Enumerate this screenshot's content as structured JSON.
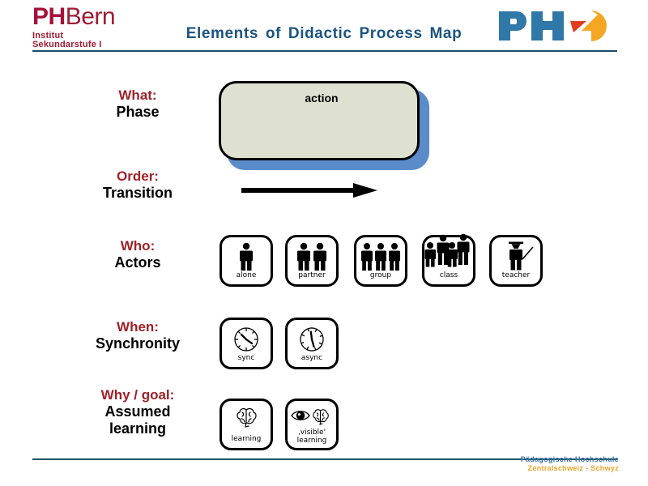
{
  "header": {
    "logo_left": {
      "name": "phbern-logo",
      "ph": "PH",
      "bern": "Bern",
      "sub1": "Institut",
      "sub2": "Sekundarstufe I",
      "color": "#9e1b32"
    },
    "title": "Elements of Didactic Process Map",
    "title_color": "#1b5480",
    "logo_right": {
      "name": "phz-logo",
      "text": "PHZ",
      "blue": "#2f78a8",
      "orange": "#f5a623",
      "red": "#e23b20"
    }
  },
  "rows": [
    {
      "question": "What:",
      "answer": "Phase"
    },
    {
      "question": "Order:",
      "answer": "Transition"
    },
    {
      "question": "Who:",
      "answer": "Actors"
    },
    {
      "question": "When:",
      "answer": "Synchronity"
    },
    {
      "question": "Why / goal:",
      "answer": "Assumed\nlearning",
      "answer_line1": "Assumed",
      "answer_line2": "learning"
    }
  ],
  "action": {
    "label": "action",
    "fill": "#dee1d0",
    "shadow": "#5b8bc9",
    "stroke": "#000000"
  },
  "transition": {
    "icon": "right-arrow-icon",
    "color": "#000000"
  },
  "actors": [
    {
      "icon": "person-single-icon",
      "caption": "alone"
    },
    {
      "icon": "person-pair-icon",
      "caption": "partner"
    },
    {
      "icon": "person-trio-icon",
      "caption": "group"
    },
    {
      "icon": "person-crowd-icon",
      "caption": "class"
    },
    {
      "icon": "teacher-icon",
      "caption": "teacher"
    }
  ],
  "synchronity": [
    {
      "icon": "clock-icon",
      "caption": "sync"
    },
    {
      "icon": "clock-tilted-icon",
      "caption": "async"
    }
  ],
  "learning": [
    {
      "icon": "brain-icon",
      "caption": "learning",
      "caption_line1": "learning",
      "caption_line2": ""
    },
    {
      "icon": "eye-brain-icon",
      "caption": "‚visible'\nlearning",
      "caption_line1": "‚visible'",
      "caption_line2": "learning"
    }
  ],
  "footer": {
    "line1": "Pädagogische Hochschule",
    "line2": "Zentralschweiz - Schwyz",
    "line1_color": "#3b74a8",
    "line2_color": "#f0a32a"
  }
}
